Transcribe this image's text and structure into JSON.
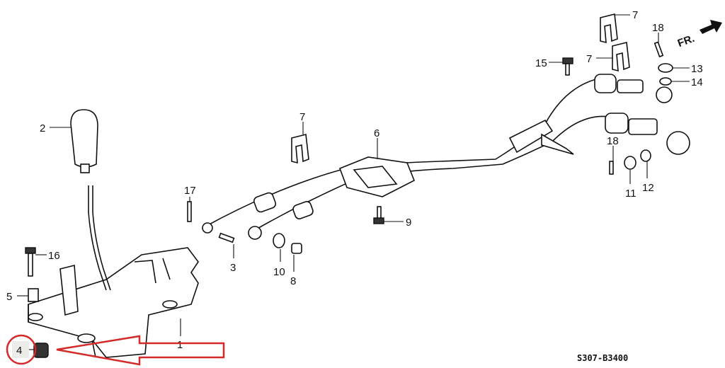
{
  "diagram": {
    "labels": {
      "p1": "1",
      "p2": "2",
      "p3": "3",
      "p4": "4",
      "p5": "5",
      "p6": "6",
      "p7a": "7",
      "p7b": "7",
      "p7c": "7",
      "p8": "8",
      "p9": "9",
      "p10": "10",
      "p11": "11",
      "p12": "12",
      "p13": "13",
      "p14": "14",
      "p15": "15",
      "p16": "16",
      "p17": "17",
      "p18a": "18",
      "p18b": "18"
    },
    "direction_label": "FR.",
    "diagram_code": "S307-B3400",
    "highlight_color": "#d42a2a"
  }
}
